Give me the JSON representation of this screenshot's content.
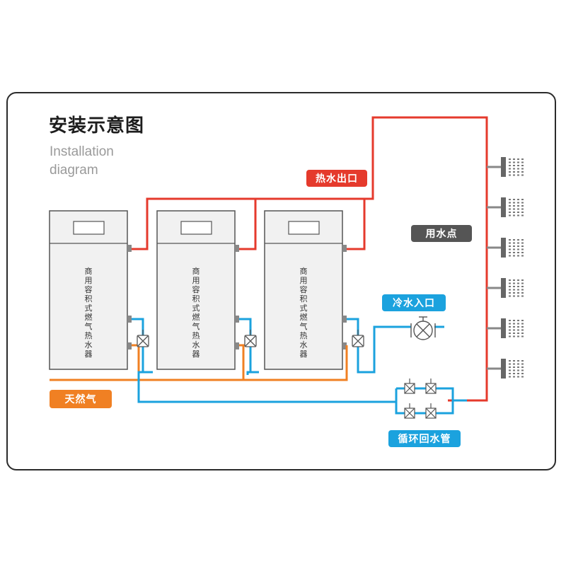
{
  "title": {
    "cn": "安装示意图",
    "en": "Installation diagram"
  },
  "labels": {
    "hot_water_outlet": "热水出口",
    "water_use_point": "用水点",
    "cold_water_inlet": "冷水入口",
    "natural_gas": "天然气",
    "return_pipe": "循环回水管"
  },
  "heaters": [
    {
      "label": "商用容积式燃气热水器"
    },
    {
      "label": "商用容积式燃气热水器"
    },
    {
      "label": "商用容积式燃气热水器"
    }
  ],
  "colors": {
    "hot_pipe": "#e53a2c",
    "cold_pipe": "#1ba2de",
    "gas_pipe": "#f08023",
    "heater_body": "#f1f1f1",
    "outline": "#555555"
  }
}
